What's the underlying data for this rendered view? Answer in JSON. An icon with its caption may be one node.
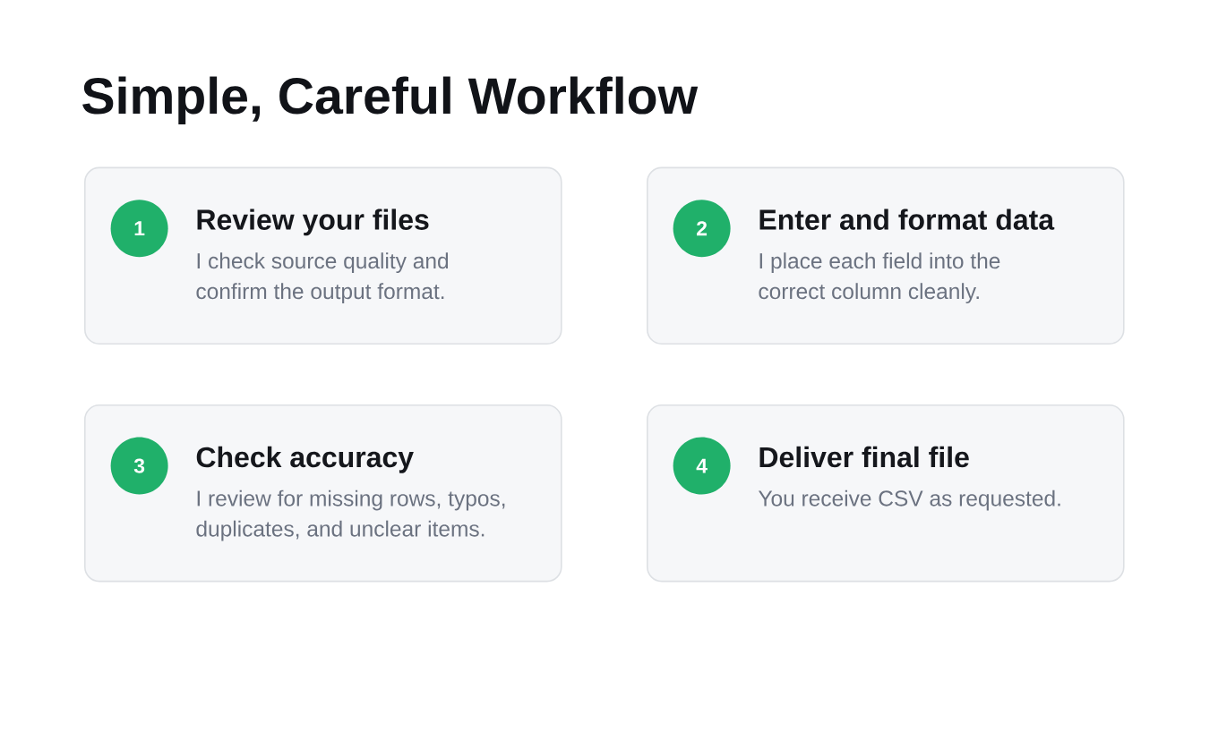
{
  "diagram": {
    "title": "Simple, Careful Workflow",
    "nodes": [
      {
        "text": [
          "Review your files",
          "I check source quality and confirm the output format."
        ]
      },
      {
        "text": [
          "1"
        ],
        "in": 0
      },
      {
        "text": [
          "Enter and format data",
          "I place each field into the correct column cleanly."
        ]
      },
      {
        "text": [
          "2"
        ],
        "in": 2
      },
      {
        "text": [
          "Check accuracy",
          "I review for missing rows, typos, duplicates, and unclear items."
        ]
      },
      {
        "text": [
          "3"
        ],
        "in": 4
      },
      {
        "text": [
          "Deliver final file",
          "You receive CSV as requested."
        ]
      },
      {
        "text": [
          "4"
        ],
        "in": 6
      }
    ]
  }
}
